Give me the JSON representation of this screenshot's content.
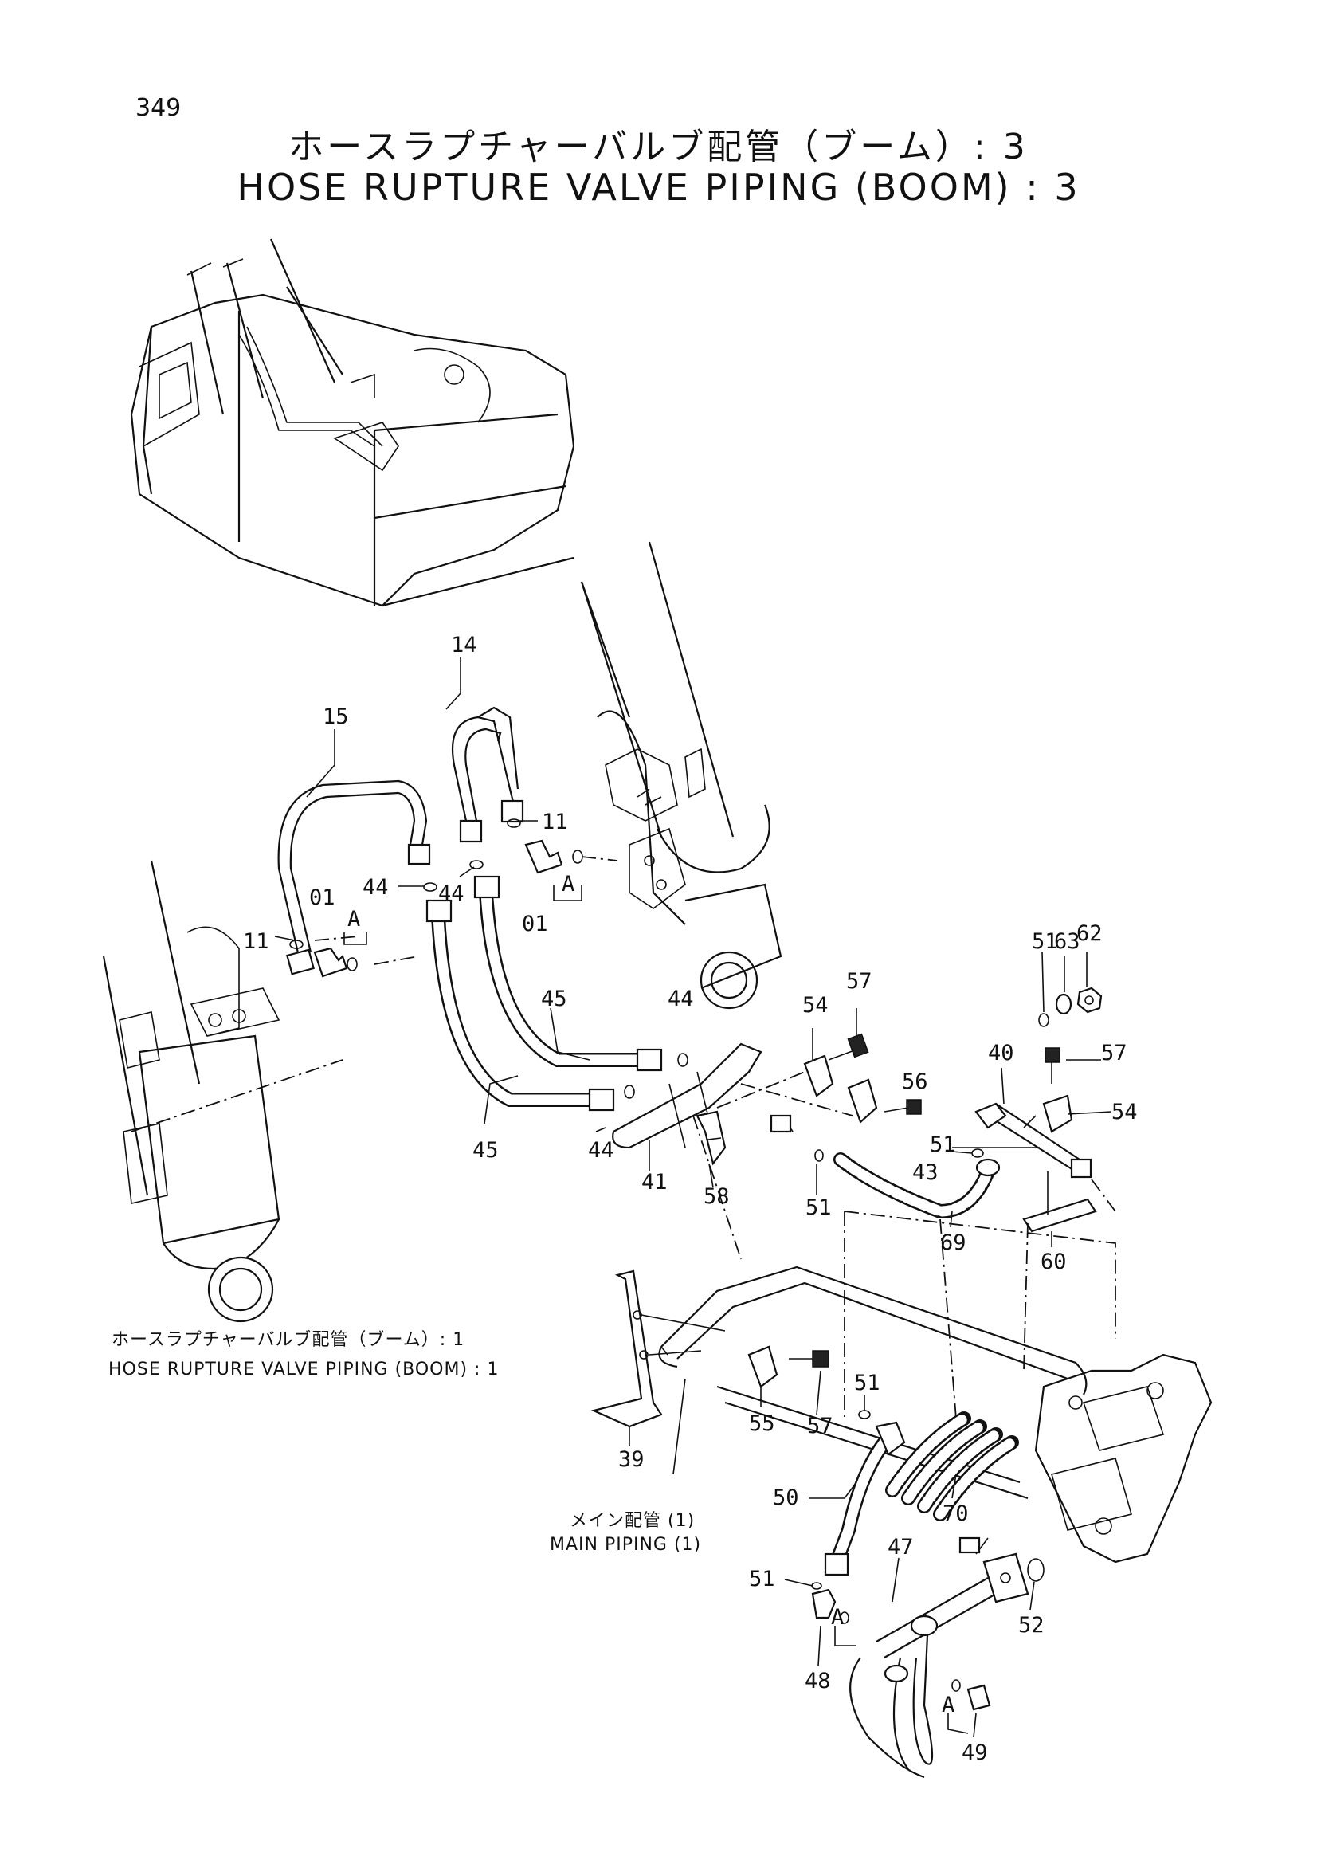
{
  "page_number": "349",
  "title": {
    "japanese": "ホースラプチャーバルブ配管（ブーム）: 3",
    "english": "HOSE RUPTURE VALVE PIPING (BOOM) : 3"
  },
  "notes": {
    "ref_piping_1_jp": "ホースラプチャーバルブ配管（ブーム）: 1",
    "ref_piping_1_en": "HOSE RUPTURE VALVE PIPING (BOOM) : 1",
    "main_piping_jp": "メイン配管 (1)",
    "main_piping_en": "MAIN PIPING (1)"
  },
  "part_labels": {
    "p14": "14",
    "p15": "15",
    "p11a": "11",
    "p11b": "11",
    "p44a": "44",
    "p44b": "44",
    "p44c": "44",
    "p44d": "44",
    "p01a": "01",
    "p01b": "01",
    "pAa": "A",
    "pAb": "A",
    "pAc": "A",
    "pAd": "A",
    "p45a": "45",
    "p45b": "45",
    "p41": "41",
    "p58": "58",
    "p54a": "54",
    "p54b": "54",
    "p57a": "57",
    "p57b": "57",
    "p57c": "57",
    "p56": "56",
    "p51a": "51",
    "p51b": "51",
    "p51c": "51",
    "p51d": "51",
    "p51e": "51",
    "p63": "63",
    "p62": "62",
    "p40": "40",
    "p43": "43",
    "p69": "69",
    "p60": "60",
    "p55": "55",
    "p39": "39",
    "p50": "50",
    "p70": "70",
    "p47": "47",
    "p52": "52",
    "p48": "48",
    "p49": "49"
  }
}
